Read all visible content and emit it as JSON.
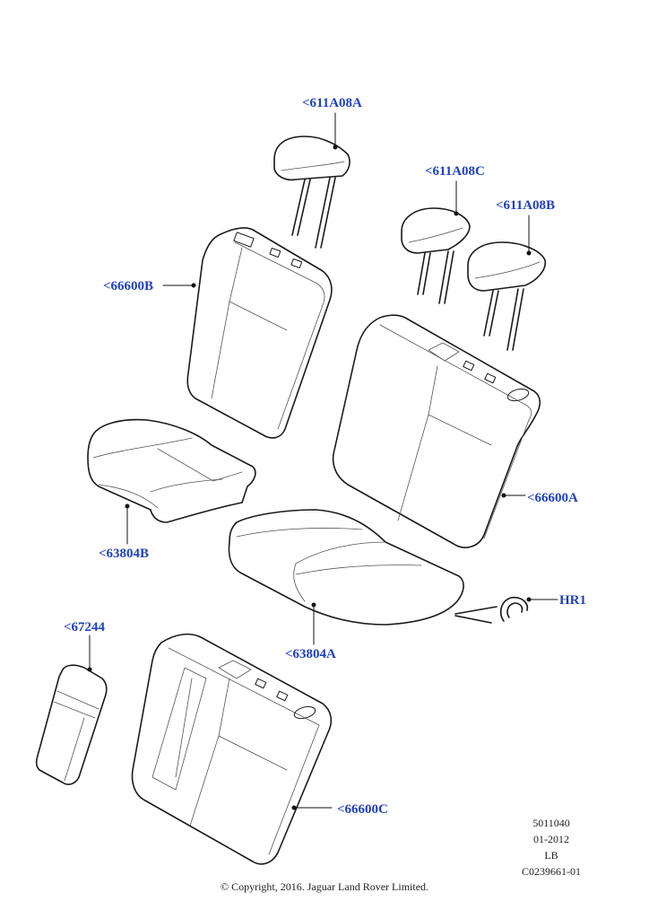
{
  "callouts": {
    "headrest_a": "<611A08A",
    "headrest_c": "<611A08C",
    "headrest_b": "<611A08B",
    "backrest_b": "<66600B",
    "backrest_a": "<66600A",
    "cushion_b": "<63804B",
    "cushion_a": "<63804A",
    "hook": "HR1",
    "armrest": "<67244",
    "backrest_c": "<66600C"
  },
  "meta": {
    "line1": "5011040",
    "line2": "01-2012",
    "line3": "LB",
    "line4": "C0239661-01"
  },
  "copyright": "© Copyright, 2016. Jaguar Land Rover Limited."
}
